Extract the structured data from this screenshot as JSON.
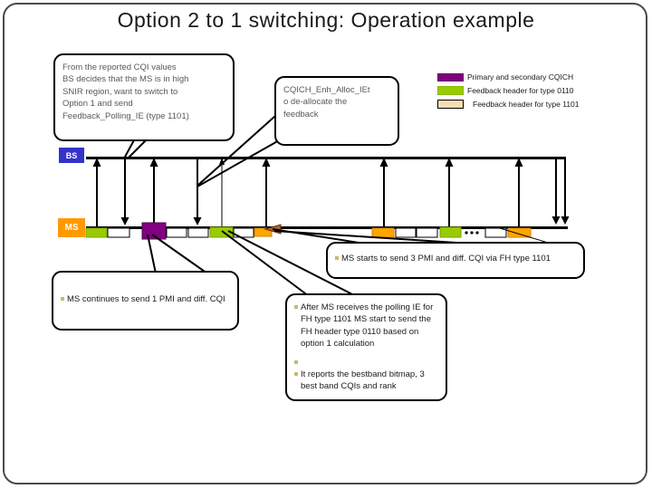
{
  "title": "Option 2 to 1 switching: Operation example",
  "legend": {
    "items": [
      {
        "label": "Primary and secondary CQICH",
        "color": "#800080"
      },
      {
        "label": "Feedback header for type 0110",
        "color": "#99CC00"
      },
      {
        "label": "Feedback header for type 1101",
        "color": "#F5DEB3"
      }
    ]
  },
  "timeline": {
    "bs_label": "BS",
    "ms_label": "MS"
  },
  "callouts": {
    "cqi_values": "From the reported CQI values\nBS decides that the MS is in high\nSNIR region, want to switch to\nOption 1 and send\nFeedback_Polling_IE (type 1101)",
    "dealloc": "CQICH_Enh_Alloc_IEt\no de-allocate the\nfeedback",
    "ms_starts": "MS starts to send 3 PMI and diff. CQI via FH type 1101",
    "ms_continues": "MS continues to send 1 PMI and diff. CQI",
    "after_ms_p1": "After MS receives the polling IE for FH type 1101 MS start to send the FH header type 0110 based on option 1 calculation",
    "after_ms_p2": "It reports the bestband bitmap, 3 best band CQIs and rank"
  },
  "colors": {
    "bs_box": "#3333CC",
    "ms_box": "#FF9900",
    "primary_secondary_cqich": "#800080",
    "feedback_header_0110": "#99CC00",
    "feedback_header_1101": "#F5DEB3",
    "orange_segment": "#FFA500",
    "white_segment": "#FFFFFF",
    "bullet": "#C9B96E",
    "line": "#000000"
  }
}
